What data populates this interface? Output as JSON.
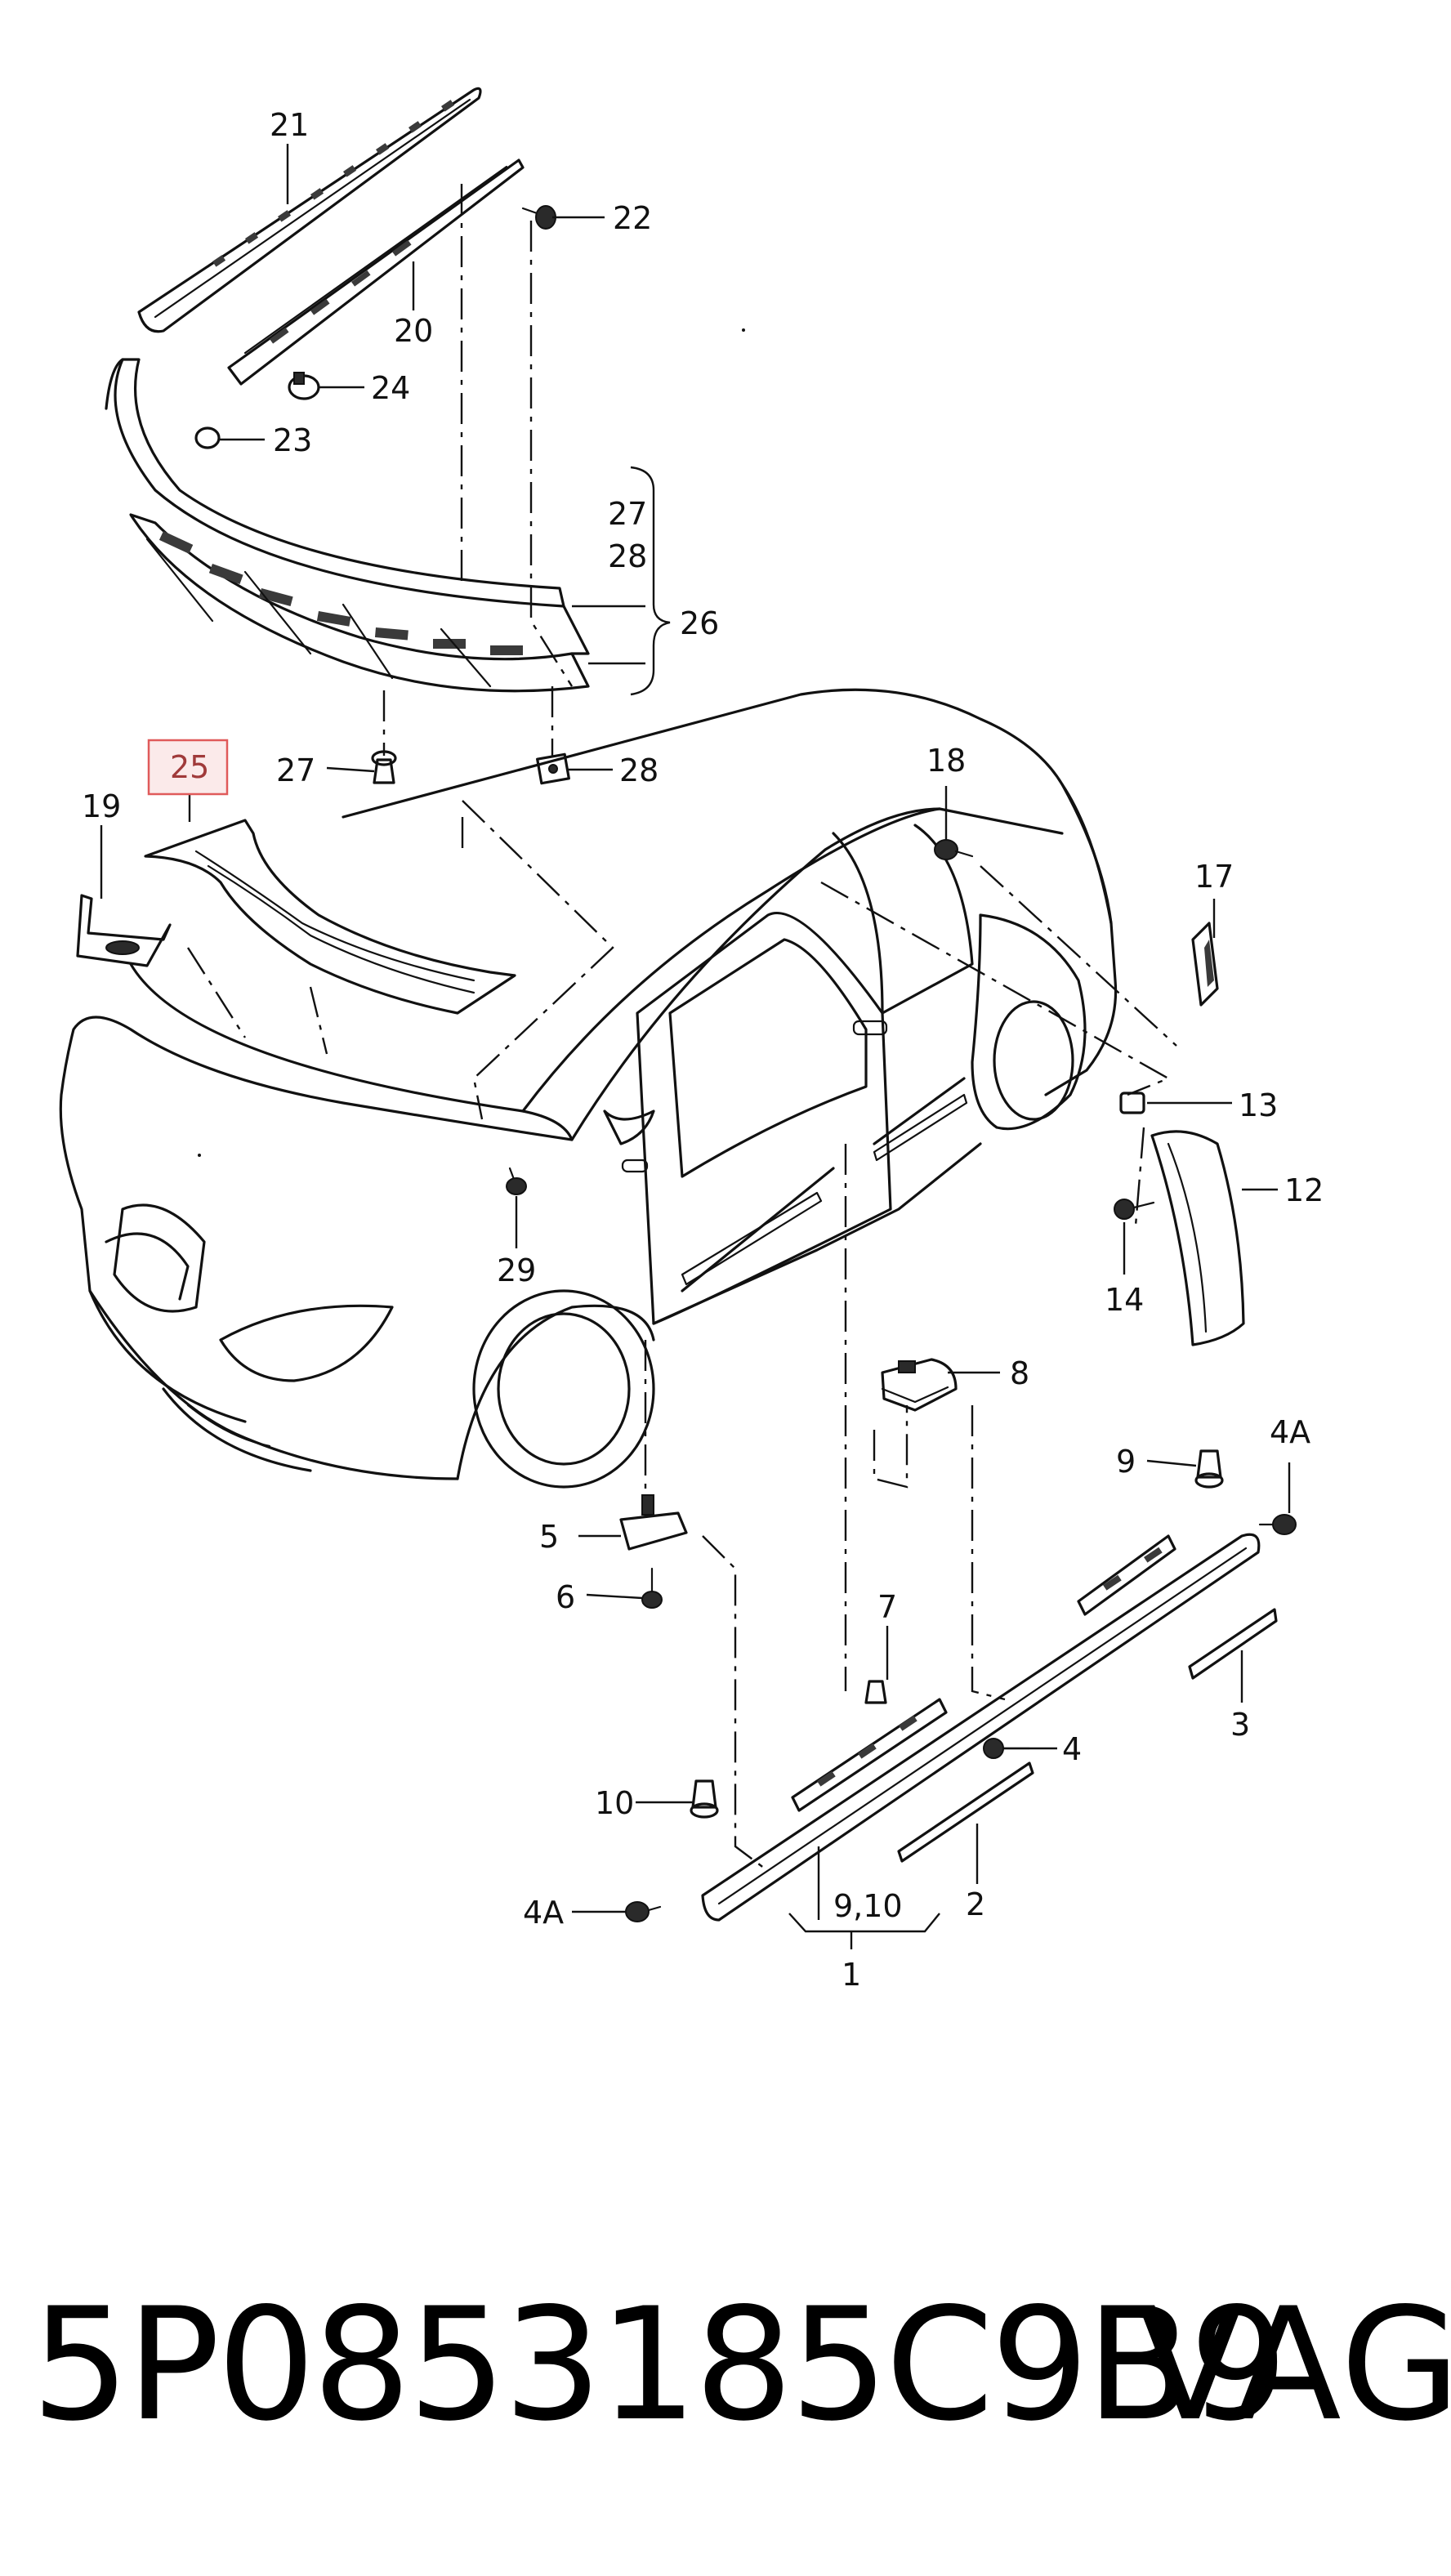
{
  "diagram": {
    "callouts": {
      "c21": "21",
      "c22": "22",
      "c20": "20",
      "c24": "24",
      "c23": "23",
      "c27a": "27",
      "c28a": "28",
      "c26": "26",
      "c27b": "27",
      "c28b": "28",
      "c25": "25",
      "c19": "19",
      "c18": "18",
      "c17": "17",
      "c13": "13",
      "c12": "12",
      "c14": "14",
      "c29": "29",
      "c8": "8",
      "c9": "9",
      "c4A_right": "4A",
      "c5": "5",
      "c6": "6",
      "c7": "7",
      "c4": "4",
      "c3": "3",
      "c10": "10",
      "c4A_left": "4A",
      "c2": "2",
      "c910": "9,10",
      "c1": "1"
    },
    "highlight_color": "#e05a5a"
  },
  "footer": {
    "part_number": "5P0853185C9B9",
    "brand": "VAG"
  }
}
